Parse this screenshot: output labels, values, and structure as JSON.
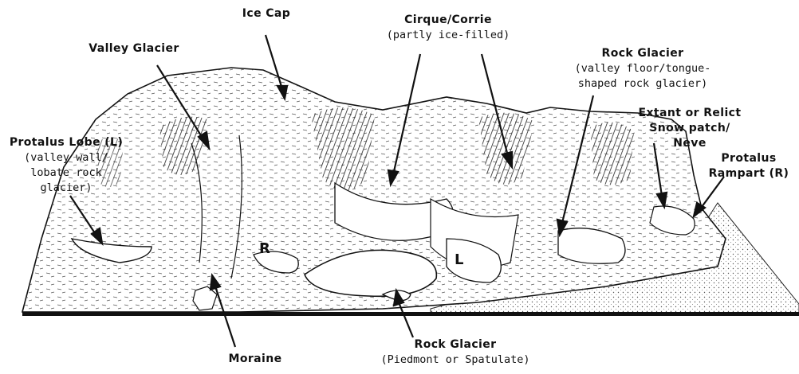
{
  "labels": {
    "ice_cap": {
      "title": "Ice Cap"
    },
    "valley_glacier": {
      "title": "Valley Glacier"
    },
    "cirque": {
      "title": "Cirque/Corrie",
      "sub1": "(partly ice-filled)"
    },
    "rock_glacier_valley": {
      "title": "Rock Glacier",
      "sub1": "(valley floor/tongue-",
      "sub2": "shaped rock glacier)"
    },
    "snow_patch": {
      "line1": "Extant or Relict",
      "line2": "Snow patch/",
      "line3": "Neve"
    },
    "protalus_lobe": {
      "title": "Protalus Lobe (L)",
      "sub1": "(valley wall/",
      "sub2": "lobate rock",
      "sub3": "glacier)"
    },
    "protalus_rampart": {
      "line1": "Protalus",
      "line2": "Rampart (R)"
    },
    "rock_glacier_piedmont": {
      "title": "Rock Glacier",
      "sub1": "(Piedmont or Spatulate)"
    },
    "moraine": {
      "title": "Moraine"
    }
  },
  "markers": {
    "r": "R",
    "l": "L"
  },
  "colors": {
    "ink": "#111111",
    "ground": "#ffffff",
    "stipple": "#e8e8e8"
  }
}
